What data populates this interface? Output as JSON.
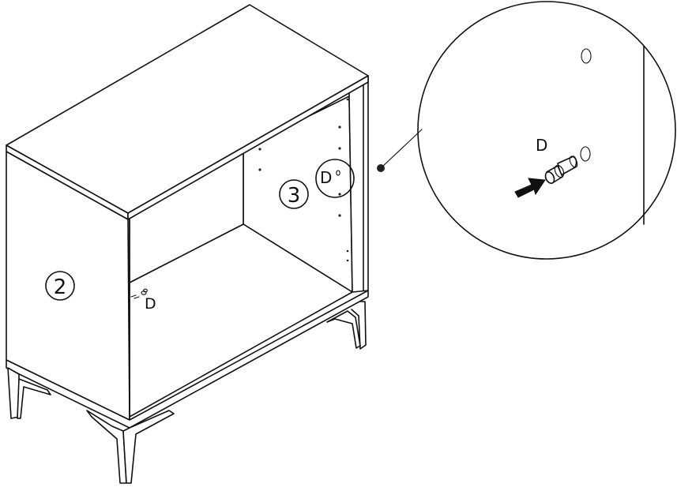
{
  "panel_labels": {
    "side_panel": "2",
    "back_panel": "3"
  },
  "part_labels": {
    "left_pin": "D",
    "back_pin": "D",
    "detail_pin": "D"
  },
  "icons": {
    "insert_arrow": "arrow-icon",
    "leader_dot": "leader-dot-icon"
  },
  "colors": {
    "line": "#111111",
    "background": "#ffffff"
  }
}
